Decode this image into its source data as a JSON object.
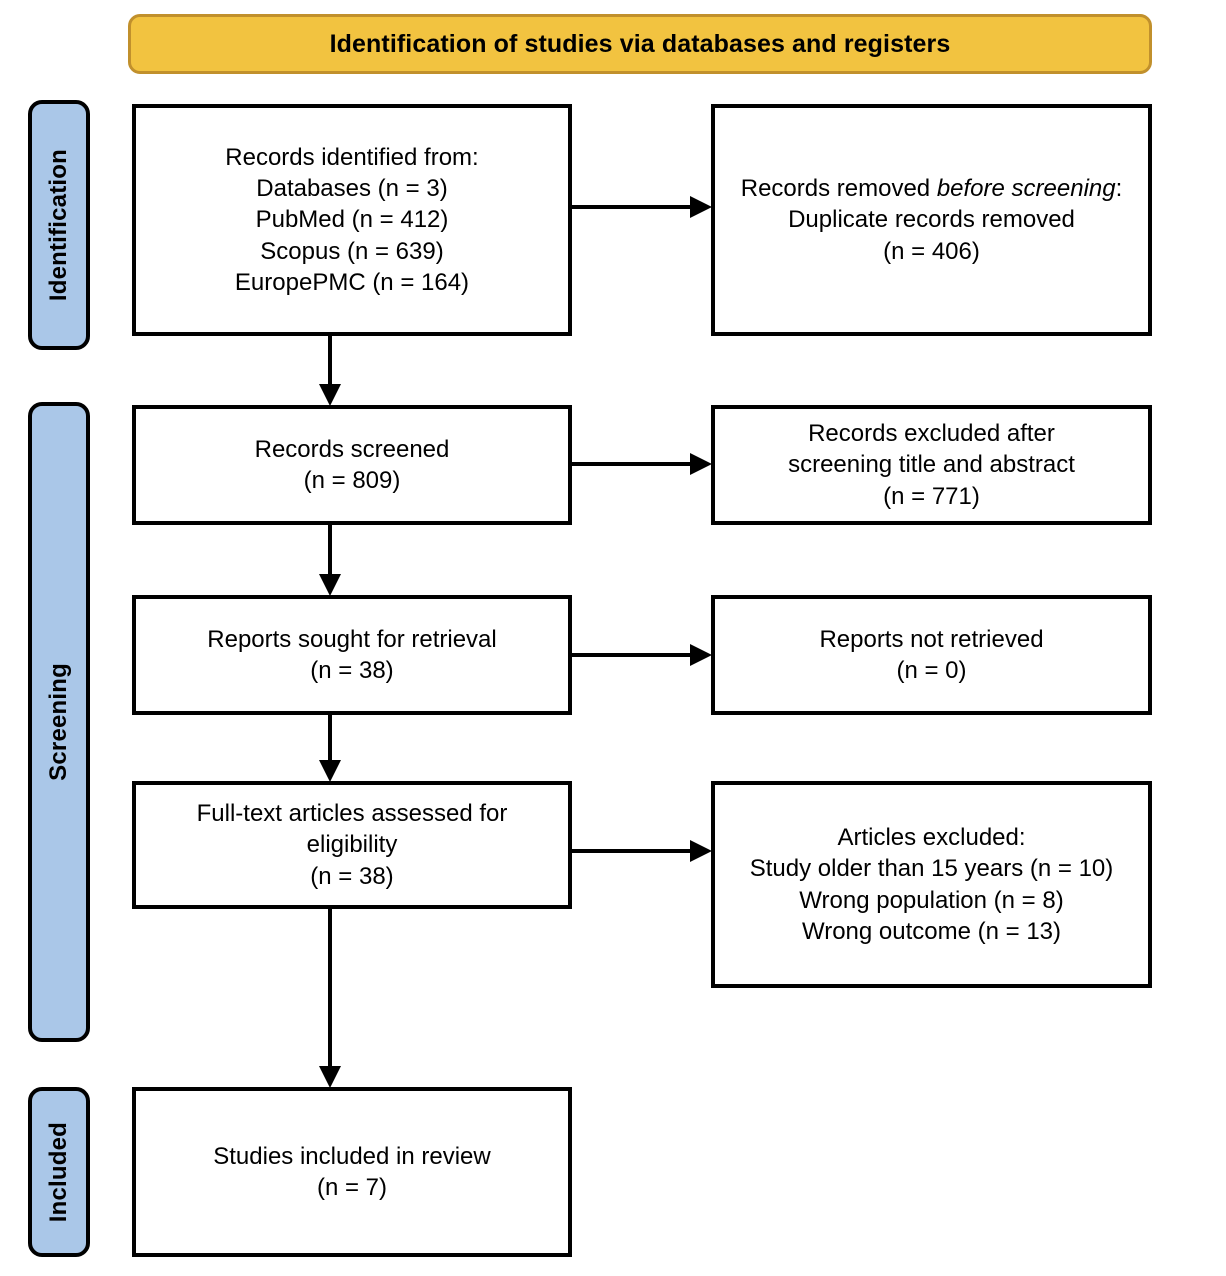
{
  "header": {
    "title": "Identification of studies via databases and registers",
    "fill_color": "#F2C340",
    "border_color": "#C1902C"
  },
  "phases": {
    "fill_color": "#AAC7E8",
    "identification": "Identification",
    "screening": "Screening",
    "included": "Included"
  },
  "boxes": {
    "identified": {
      "text": "Records identified from:\nDatabases (n = 3)\nPubMed (n = 412)\nScopus (n = 639)\nEuropePMC (n = 164)"
    },
    "removed": {
      "line1": "Records removed ",
      "emphasis": "before screening",
      "line2": ":\nDuplicate records removed\n(n = 406)"
    },
    "screened": {
      "text": "Records screened\n(n = 809)"
    },
    "excluded_title_abstract": {
      "text": "Records excluded after\nscreening title and abstract\n(n = 771)"
    },
    "sought": {
      "text": "Reports sought for retrieval\n(n = 38)"
    },
    "not_retrieved": {
      "text": "Reports not retrieved\n(n = 0)"
    },
    "fulltext": {
      "text": "Full-text articles assessed for\neligibility\n(n = 38)"
    },
    "excluded_fulltext": {
      "text": "Articles excluded:\nStudy older than 15 years (n = 10)\nWrong population (n = 8)\nWrong outcome (n = 13)"
    },
    "included": {
      "text": "Studies included in review\n(n = 7)"
    }
  },
  "flow_data": {
    "type": "prisma-flow-diagram",
    "title": "Identification of studies via databases and registers",
    "phases": [
      "Identification",
      "Screening",
      "Included"
    ],
    "nodes": [
      {
        "id": "identified",
        "phase": "Identification",
        "column": "left",
        "label": "Records identified from",
        "counts": [
          {
            "source": "Databases",
            "n": 3
          },
          {
            "source": "PubMed",
            "n": 412
          },
          {
            "source": "Scopus",
            "n": 639
          },
          {
            "source": "EuropePMC",
            "n": 164
          }
        ]
      },
      {
        "id": "removed",
        "phase": "Identification",
        "column": "right",
        "label": "Records removed before screening: Duplicate records removed",
        "n": 406
      },
      {
        "id": "screened",
        "phase": "Screening",
        "column": "left",
        "label": "Records screened",
        "n": 809
      },
      {
        "id": "excluded_title_abstract",
        "phase": "Screening",
        "column": "right",
        "label": "Records excluded after screening title and abstract",
        "n": 771
      },
      {
        "id": "sought",
        "phase": "Screening",
        "column": "left",
        "label": "Reports sought for retrieval",
        "n": 38
      },
      {
        "id": "not_retrieved",
        "phase": "Screening",
        "column": "right",
        "label": "Reports not retrieved",
        "n": 0
      },
      {
        "id": "fulltext",
        "phase": "Screening",
        "column": "left",
        "label": "Full-text articles assessed for eligibility",
        "n": 38
      },
      {
        "id": "excluded_fulltext",
        "phase": "Screening",
        "column": "right",
        "label": "Articles excluded",
        "reasons": [
          {
            "reason": "Study older than 15 years",
            "n": 10
          },
          {
            "reason": "Wrong population",
            "n": 8
          },
          {
            "reason": "Wrong outcome",
            "n": 13
          }
        ]
      },
      {
        "id": "included",
        "phase": "Included",
        "column": "left",
        "label": "Studies included in review",
        "n": 7
      }
    ],
    "edges": [
      {
        "from": "identified",
        "to": "removed",
        "direction": "horizontal"
      },
      {
        "from": "identified",
        "to": "screened",
        "direction": "vertical"
      },
      {
        "from": "screened",
        "to": "excluded_title_abstract",
        "direction": "horizontal"
      },
      {
        "from": "screened",
        "to": "sought",
        "direction": "vertical"
      },
      {
        "from": "sought",
        "to": "not_retrieved",
        "direction": "horizontal"
      },
      {
        "from": "sought",
        "to": "fulltext",
        "direction": "vertical"
      },
      {
        "from": "fulltext",
        "to": "excluded_fulltext",
        "direction": "horizontal"
      },
      {
        "from": "fulltext",
        "to": "included",
        "direction": "vertical"
      }
    ]
  }
}
